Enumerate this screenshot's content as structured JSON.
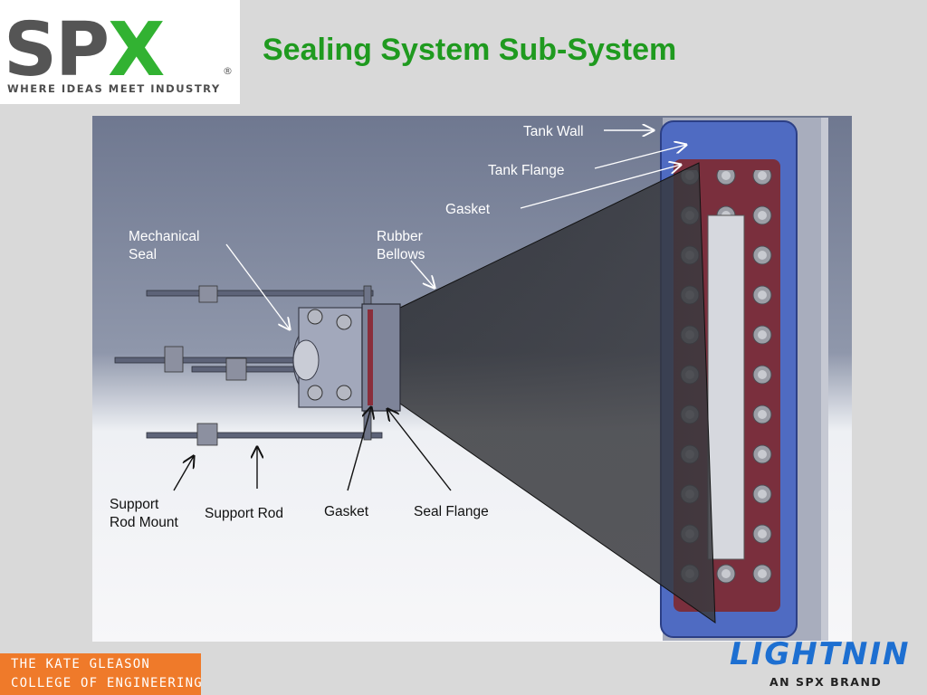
{
  "header": {
    "logo_text": "SPX",
    "logo_registered": "®",
    "tagline": "WHERE IDEAS MEET INDUSTRY",
    "title": "Sealing System Sub-System"
  },
  "figure": {
    "labels": {
      "tank_wall": "Tank Wall",
      "tank_flange": "Tank Flange",
      "gasket_top": "Gasket",
      "mechanical_seal_1": "Mechanical",
      "mechanical_seal_2": "Seal",
      "rubber_bellows_1": "Rubber",
      "rubber_bellows_2": "Bellows",
      "support_rod_mount_1": "Support",
      "support_rod_mount_2": "Rod Mount",
      "support_rod": "Support Rod",
      "gasket_bottom": "Gasket",
      "seal_flange": "Seal Flange"
    }
  },
  "footer": {
    "college_line1": "THE KATE GLEASON",
    "college_line2": "COLLEGE OF ENGINEERING",
    "brand": "LIGHTNIN",
    "brand_sub": "AN SPX BRAND"
  },
  "colors": {
    "title": "#1f9a1f",
    "spx_gray": "#555555",
    "spx_green": "#32b232",
    "college_orange": "#ef7a2a",
    "lightnin_blue": "#1d6fd1"
  }
}
